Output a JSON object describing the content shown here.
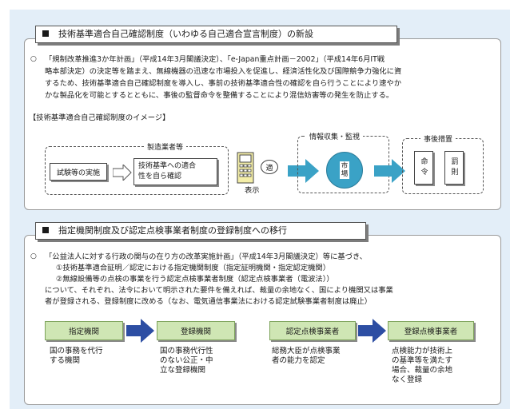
{
  "section1": {
    "title": "技術基準適合自己確認制度（いわゆる自己適合宣言制度）の新設",
    "bullet": "○",
    "lines": [
      "「規制改革推進3か年計画」（平成14年3月閣議決定）、「e-Japan重点計画－2002」（平成14年6月IT戦",
      "略本部決定）の決定等を踏まえ、無線機器の迅速な市場投入を促進し、経済活性化及び国際競争力強化に資",
      "するため、技術基準適合自己確認制度を導入し、事前の技術基準適合性の確認を自ら行うことにより速やか",
      "かな製品化を可能とするとともに、事後の監督命令を整備することにより混信妨害等の発生を防止する。"
    ],
    "image_heading": "【技術基準適合自己確認制度のイメージ】",
    "diagram": {
      "manufacturer_label": "製造業者等",
      "test_box": "試験等の実施",
      "self_check_box": [
        "技術基準への適合",
        "性を自ら確認"
      ],
      "display_label": "表示",
      "stamp_text": "適",
      "monitor_label": "情報収集・監視",
      "market": "市場",
      "post_label": "事後措置",
      "order": "命令",
      "penalty": "罰則"
    }
  },
  "section2": {
    "title": "指定機関制度及び認定点検事業者制度の登録制度への移行",
    "bullet": "○",
    "lines": [
      "「公益法人に対する行政の関与の在り方の改革実施計画」（平成14年3月閣議決定）等に基づき、",
      "①技術基準適合証明／認定における指定機関制度（指定証明機関・指定認定機関）",
      "②無線設備等の点検の事業を行う認定点検事業者制度（認定点検事業者（電波法））",
      "について、それぞれ、法令において明示された要件を備えれば、裁量の余地なく、国により機関又は事業",
      "者が登録される、登録制度に改める（なお、電気通信事業法における認定試験事業者制度は廃止）"
    ],
    "flows": [
      {
        "from": "指定機関",
        "to": "登録機関",
        "from_desc": [
          "国の事務を代行",
          "する機関"
        ],
        "to_desc": [
          "国の事務代行性",
          "のない公正・中",
          "立な登録機関"
        ]
      },
      {
        "from": "認定点検事業者",
        "to": "登録点検事業者",
        "from_desc": [
          "総務大臣が点検事業",
          "者の能力を認定"
        ],
        "to_desc": [
          "点検能力が技術上",
          "の基準等を満たす",
          "場合、裁量の余地",
          "なく登録"
        ]
      }
    ]
  },
  "colors": {
    "canvas_bg": "#e3eef8",
    "arrow_blue": "#3aa2c6",
    "arrow_dark": "#2d4ea3",
    "green_box": "#cfe6b4"
  }
}
